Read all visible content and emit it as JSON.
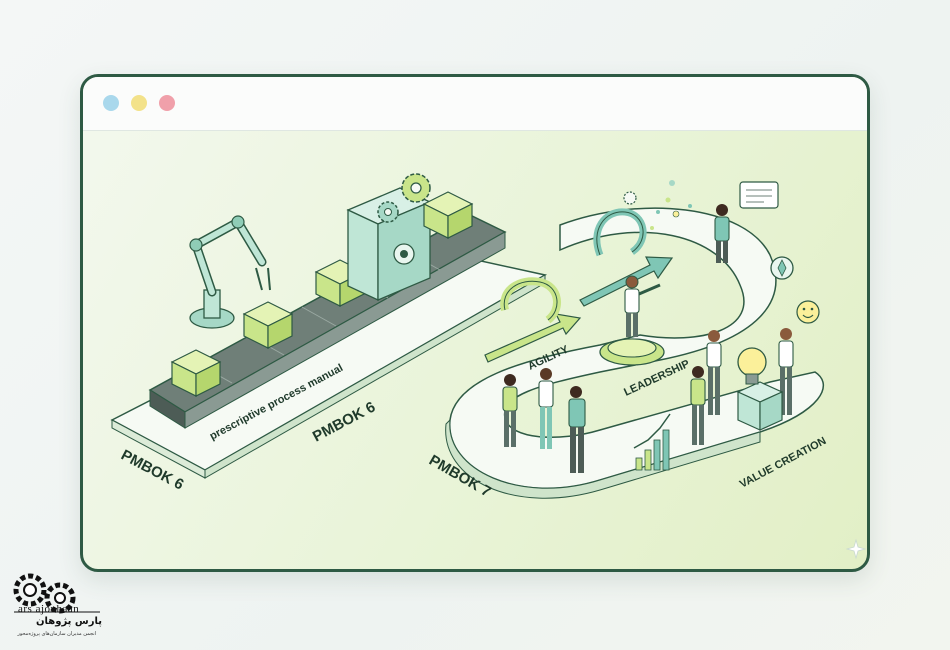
{
  "window": {
    "controls": {
      "close": "#f0a0aa",
      "minimize": "#f3e28a",
      "expand": "#a9d8ec"
    }
  },
  "scene": {
    "label_pmbok6_left": "PMBOK 6",
    "label_pmbok6_right": "PMBOK 6",
    "label_manual": "prescriptive process manual",
    "label_pmbok7": "PMBOK 7",
    "label_agility": "AGILITY",
    "label_leadership": "LEADERSHIP",
    "label_value": "VALUE CREATION"
  },
  "colors": {
    "accent_green": "#2e5a44",
    "box_green": "#c9e58a",
    "teal": "#7fc6b5",
    "track": "#f6faf4"
  },
  "logo": {
    "brand_en": "ars ajouhaan",
    "brand_fa": "پارس پژوهان",
    "tagline_fa": "انجمن مدیران سازمان‌های پروژه‌محور"
  }
}
